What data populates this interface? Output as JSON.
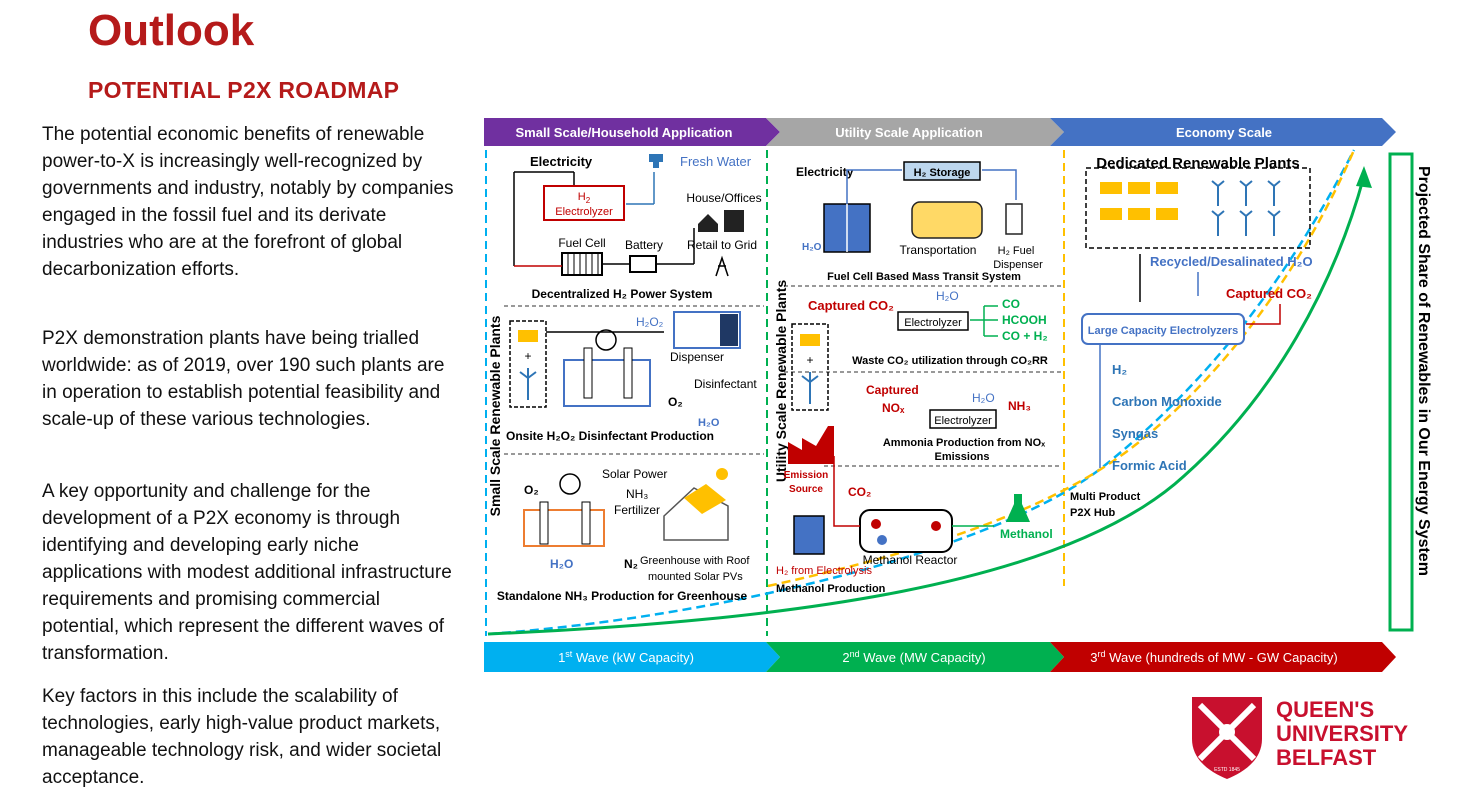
{
  "slide": {
    "title": "Outlook",
    "subtitle": "POTENTIAL P2X ROADMAP",
    "paragraphs": [
      "The potential economic benefits of renewable power-to-X is increasingly well-recognized by governments and industry, notably by companies engaged in the fossil fuel and its derivate industries who are at the forefront of global decarbonization efforts.",
      "P2X demonstration plants have being trialled worldwide: as of 2019, over 190 such plants are in operation to establish potential feasibility and scale-up of these various technologies.",
      "A key opportunity and challenge for the development of a P2X economy is through identifying and developing early niche applications with modest additional infrastructure requirements and promising commercial potential, which represent the different waves of transformation.",
      "Key factors in this include the scalability of technologies, early high-value product markets, manageable technology risk, and wider societal acceptance."
    ]
  },
  "roadmap": {
    "top_arrows": [
      "Small Scale/Household Application",
      "Utility Scale Application",
      "Economy Scale"
    ],
    "bottom_waves": [
      {
        "label": "Wave (kW Capacity)",
        "ordinal": "1",
        "sup": "st"
      },
      {
        "label": "Wave (MW Capacity)",
        "ordinal": "2",
        "sup": "nd"
      },
      {
        "label": "Wave (hundreds of MW - GW Capacity)",
        "ordinal": "3",
        "sup": "rd"
      }
    ],
    "side_labels": {
      "left": "Small Scale Renewable Plants",
      "middle": "Utility Scale Renewable Plants",
      "right": "Projected Share of Renewables in Our Energy System"
    },
    "small": {
      "electricity": "Electricity",
      "fresh_water": "Fresh Water",
      "electrolyzer_h": "H",
      "electrolyzer_sub": "2",
      "electrolyzer": "Electrolyzer",
      "house_offices": "House/Offices",
      "fuel_cell": "Fuel Cell",
      "battery": "Battery",
      "retail": "Retail to Grid",
      "system1": "Decentralized H₂ Power System",
      "h2o2": "H₂O₂",
      "dispenser": "Dispenser",
      "disinfectant": "Disinfectant",
      "o2": "O₂",
      "h2o": "H₂O",
      "system2": "Onsite H₂O₂ Disinfectant Production",
      "solar_power": "Solar Power",
      "nh3": "NH₃",
      "fertilizer": "Fertilizer",
      "o2b": "O₂",
      "h2ob": "H₂O",
      "n2": "N₂",
      "greenhouse1": "Greenhouse with Roof",
      "greenhouse2": "mounted Solar PVs",
      "system3": "Standalone NH₃ Production for Greenhouse"
    },
    "utility": {
      "electricity": "Electricity",
      "h2_storage": "H₂ Storage",
      "h2o": "H₂O",
      "transportation": "Transportation",
      "h2_fuel": "H₂ Fuel",
      "dispenser": "Dispenser",
      "system1": "Fuel Cell Based Mass Transit System",
      "captured_co2": "Captured CO₂",
      "h2o_b": "H₂O",
      "electrolyzer": "Electrolyzer",
      "products": [
        "CO",
        "HCOOH",
        "CO + H₂"
      ],
      "system2": "Waste CO₂ utilization through CO₂RR",
      "captured": "Captured",
      "nox": "NOₓ",
      "h2o_c": "H₂O",
      "nh3": "NH₃",
      "system3a": "Ammonia Production  from NOₓ",
      "system3b": "Emissions",
      "emission_source1": "Emission",
      "emission_source2": "Source",
      "co2": "CO₂",
      "methanol": "Methanol",
      "reactor": "Methanol Reactor",
      "h2_electrolysis": "H₂ from Electrolysis",
      "system4": "Methanol Production"
    },
    "economy": {
      "dedicated": "Dedicated Renewable Plants",
      "recycled": "Recycled/Desalinated H₂O",
      "captured_co2": "Captured CO₂",
      "large_electrolyzers": "Large Capacity Electrolyzers",
      "products": [
        "H₂",
        "Carbon Monoxide",
        "Syngas",
        "Formic Acid"
      ],
      "hub1": "Multi Product",
      "hub2": "P2X Hub"
    },
    "colors": {
      "purple": "#7030a0",
      "gray": "#a6a6a6",
      "blue": "#4472c4",
      "cyan": "#00b0f0",
      "green": "#00b050",
      "red": "#c00000",
      "dark_red": "#b51a1a"
    }
  },
  "logo": {
    "line1": "QUEEN'S",
    "line2": "UNIVERSITY",
    "line3": "BELFAST",
    "crest_text": "ESTD 1845"
  }
}
